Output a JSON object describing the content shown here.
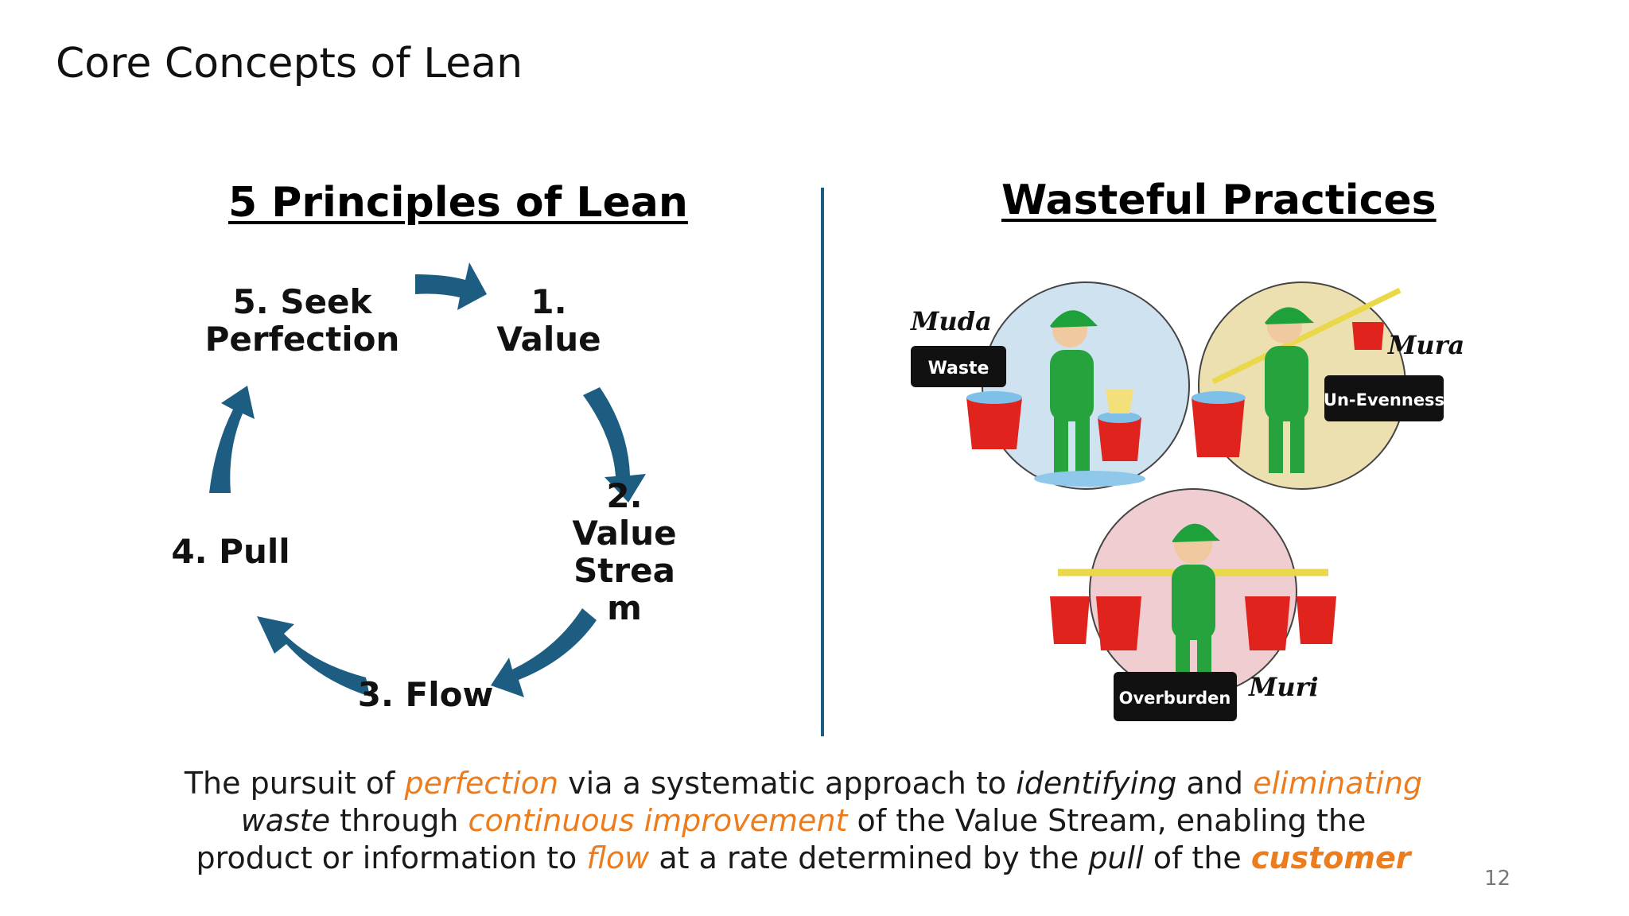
{
  "slide": {
    "title": "Core Concepts of Lean",
    "page_number": "12"
  },
  "left": {
    "heading": "5 Principles of Lean",
    "steps": [
      {
        "line1": "1.",
        "line2": "Value"
      },
      {
        "line1": "2.",
        "line2": "Value",
        "line3": "Strea",
        "line4": "m"
      },
      {
        "line1": "3. Flow"
      },
      {
        "line1": "4. Pull"
      },
      {
        "line1": "5. Seek",
        "line2": "Perfection"
      }
    ],
    "arrow_color": "#1d5d82"
  },
  "right": {
    "heading": "Wasteful Practices",
    "items": [
      {
        "script_label": "Muda",
        "tag": "Waste",
        "circle_color": "#cfe2ef"
      },
      {
        "script_label": "Mura",
        "tag": "Un-Evenness",
        "circle_color": "#ece0b0"
      },
      {
        "script_label": "Muri",
        "tag": "Overburden",
        "circle_color": "#f0cdd0"
      }
    ]
  },
  "caption": {
    "p1": "The pursuit of ",
    "perfection": "perfection",
    "p2": " via a systematic approach to ",
    "identifying": "identifying",
    "p3": " and ",
    "eliminating": "eliminating",
    "waste": "waste",
    "p4": " through ",
    "continuous_improvement": "continuous improvement",
    "p5": " of the Value Stream, enabling the product or information to ",
    "flow": "flow",
    "p6": " at a rate determined by the ",
    "pull": "pull",
    "p7": " of the ",
    "customer": "customer"
  },
  "colors": {
    "accent_orange": "#ed7d1c",
    "divider_blue": "#1d5d82"
  }
}
